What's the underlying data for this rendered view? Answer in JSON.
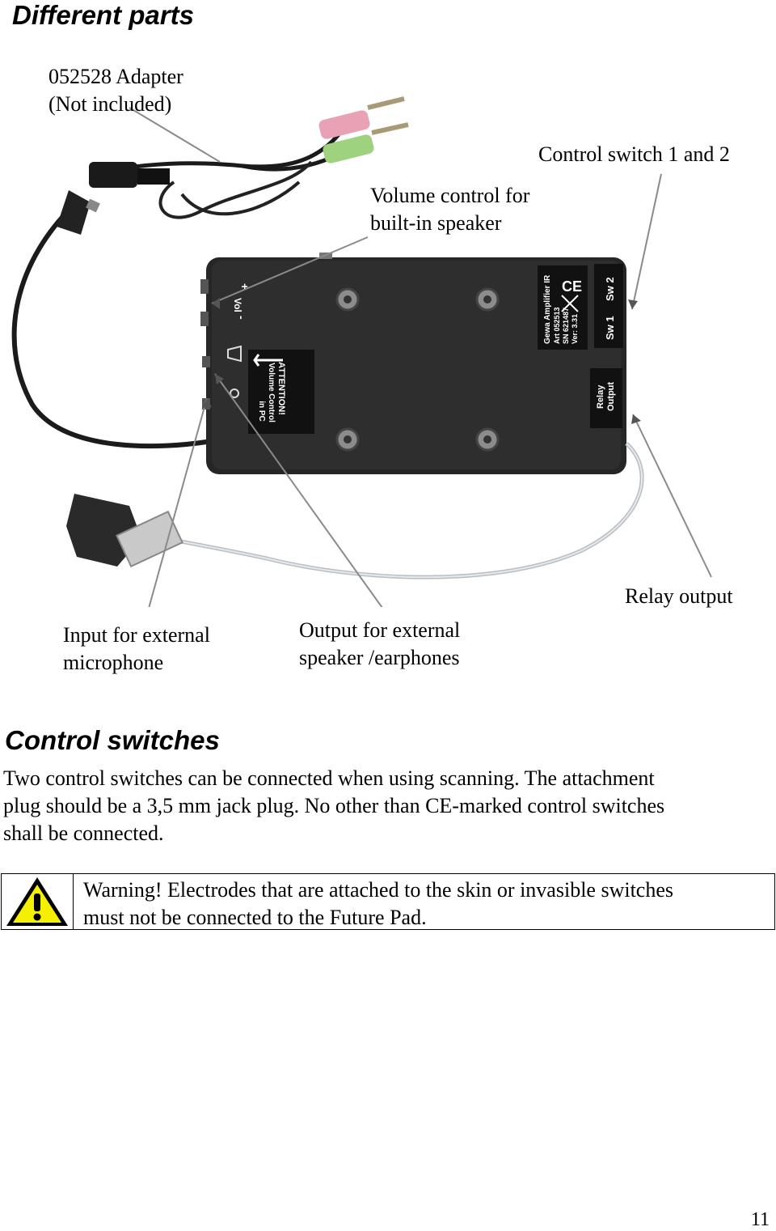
{
  "headings": {
    "different_parts": "Different parts",
    "control_switches": "Control switches"
  },
  "figure_labels": {
    "adapter": [
      "052528 Adapter",
      "(Not included)"
    ],
    "control_switch": [
      "Control switch 1 and 2"
    ],
    "volume_control": [
      "Volume control for",
      "built-in speaker"
    ],
    "relay_output": [
      "Relay output"
    ],
    "mic_input": [
      "Input for external",
      "microphone"
    ],
    "speaker_output": [
      "Output for external",
      "speaker /earphones"
    ]
  },
  "device_printed": {
    "attention": [
      "ATTENTION!",
      "Volume Control",
      "in PC"
    ],
    "model": [
      "Gewa Amplifier IR",
      "Art 052513",
      "SN 621487",
      "Ver: 3.31"
    ],
    "sw1": "Sw 1",
    "sw2": "Sw 2",
    "relay": [
      "Relay",
      "Output"
    ],
    "vol": "Vol",
    "plus": "+",
    "minus": "-"
  },
  "paragraph_lines": [
    "Two control switches can be connected when using scanning. The attachment",
    "plug should be a 3,5 mm jack plug. No other than CE-marked control switches",
    "shall be connected."
  ],
  "warning_lines": [
    "Warning! Electrodes that are attached to the skin or invasible switches",
    "must not be connected to the Future Pad."
  ],
  "warning_icon": "warning-triangle-icon",
  "page_number": "11"
}
